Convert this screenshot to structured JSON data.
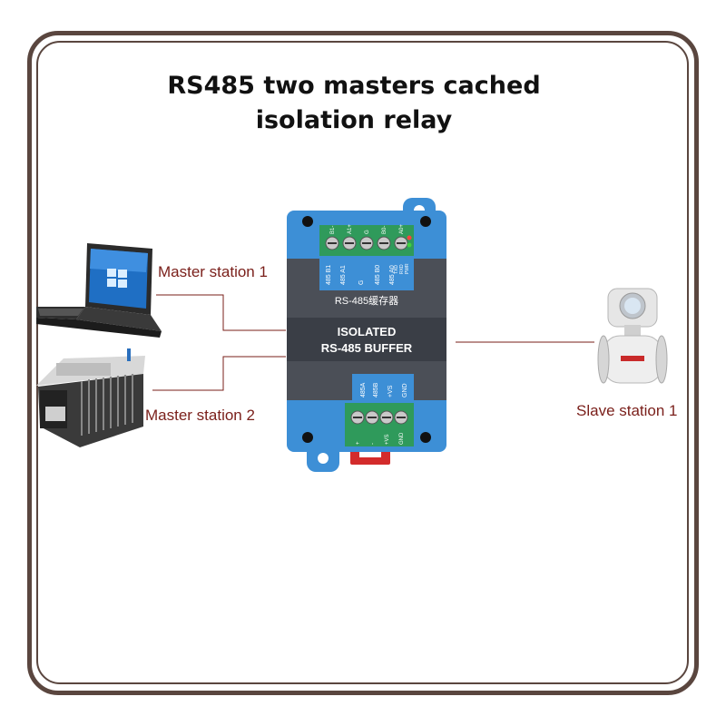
{
  "title": {
    "line1": "RS485 two masters cached",
    "line2": "isolation relay"
  },
  "labels": {
    "master1": "Master station 1",
    "master2": "Master station 2",
    "slave1": "Slave station 1"
  },
  "device": {
    "top_ports": [
      "485 B1",
      "485 A1",
      "G",
      "485 B0",
      "485 A0"
    ],
    "top_terminals": [
      "B1-",
      "A1+",
      "G",
      "B0-",
      "A0+"
    ],
    "leds": [
      "PWR",
      "RXD",
      "TXD"
    ],
    "label_cn": "RS-485缓存器",
    "label_line1": "ISOLATED",
    "label_line2": "RS-485 BUFFER",
    "bottom_ports": [
      "485A",
      "485B",
      "+VS",
      "GND"
    ],
    "bottom_terminals": [
      "+",
      "-",
      "+VS",
      "GND"
    ]
  },
  "colors": {
    "frame": "#5a463f",
    "label_text": "#7a1f1a",
    "connector_line": "#7a1f1a",
    "enclosure_blue": "#3d8fd6",
    "panel_gray": "#4b4f57",
    "terminal_green": "#2f9a5b",
    "clip_red": "#d32b2b"
  }
}
